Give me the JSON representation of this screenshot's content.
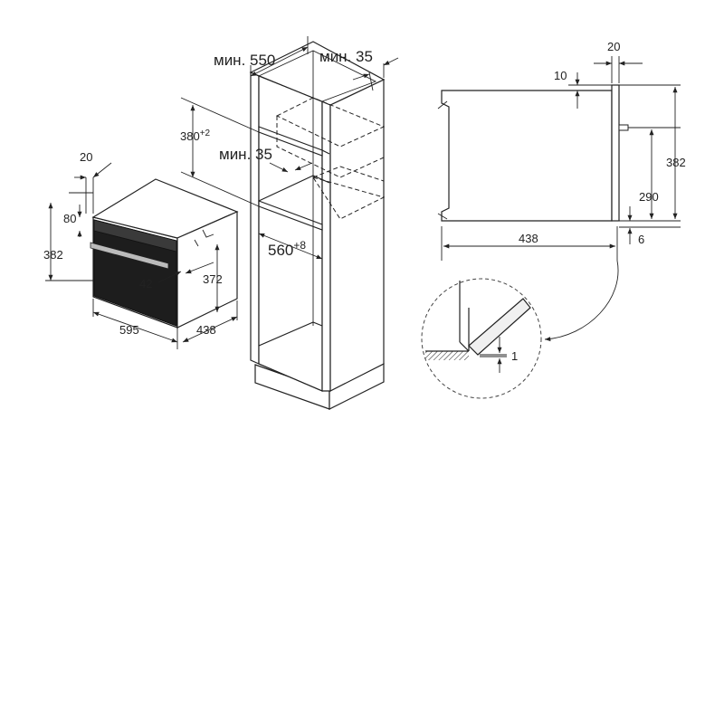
{
  "diagram": {
    "oven_front": {
      "depth_top": "20",
      "panel_height": "80",
      "total_height": "382",
      "cavity_height": "372",
      "handle_offset": "42",
      "width": "595",
      "depth": "438"
    },
    "cabinet": {
      "min_depth": "мин. 550",
      "min_side": "мин. 35",
      "niche_height_base": "380",
      "niche_height_tol": "+2",
      "min_gap": "мин. 35",
      "niche_width_base": "560",
      "niche_width_tol": "+8"
    },
    "side_view": {
      "front_thickness": "20",
      "top_gap": "10",
      "total_height": "382",
      "inner_height": "290",
      "bottom_gap": "6",
      "depth": "438"
    },
    "detail": {
      "offset": "1"
    }
  }
}
